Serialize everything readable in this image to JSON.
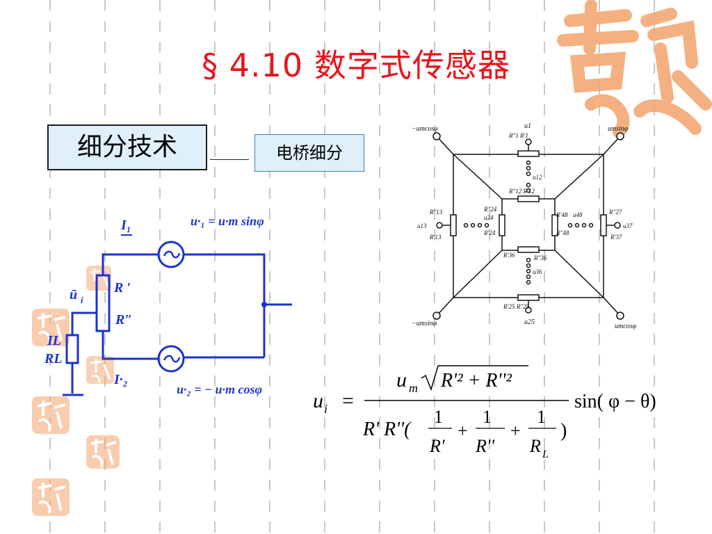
{
  "slide": {
    "title": "§ 4.10 数字式传感器",
    "tag_main": "细分技术",
    "tag_sub": "电桥细分"
  },
  "circuit": {
    "current_top": "I₁",
    "source_top_eq": "u·₁ = u·m sinφ",
    "resistor_top": "R ′",
    "resistor_bottom": "R″",
    "output_voltage": "ū",
    "output_sub": "i",
    "load_current": "IL",
    "load_resistor": "RL",
    "current_bottom": "I·₂",
    "source_bottom_eq": "u·₂ = − u·m cosφ",
    "ac_symbol": "~"
  },
  "bridge": {
    "corner_tl": "−umcosφ",
    "corner_tr": "umsinφ",
    "corner_bl": "−umsinφ",
    "corner_br": "umcosφ",
    "top_terminal": "u1",
    "bottom_terminal": "u25",
    "left_terminal": "u13",
    "right_terminal": "u37",
    "r_top_pair": "R″1  R′1",
    "u_mid_top": "u12",
    "r_inner_top": "R″12  R′12",
    "r_left_pair_top": "R″13",
    "r_left_pair_bottom": "R′13",
    "r_inner_left_top": "R″24",
    "r_inner_left_bottom": "R′24",
    "u_left_mid": "u24",
    "r_inner_right_top": "R′48",
    "r_inner_right_bottom": "R″48",
    "u_right_mid": "u48",
    "r_right_top": "R″27",
    "r_right_bottom": "R′37",
    "r_inner_bottom_left": "R′36",
    "r_inner_bottom_right": "R″36",
    "u_mid_bottom": "u36",
    "r_bottom_pair": "R′25  R″25"
  },
  "formula": {
    "lhs": "u",
    "lhs_sub": "i",
    "equals": "=",
    "num_u": "u",
    "num_u_sub": "m",
    "num_radicand": "R'² + R''²",
    "den_prefix": "R' R''(",
    "one": "1",
    "den_t1": "R'",
    "den_t2": "R''",
    "den_t3": "R",
    "den_t3_sub": "L",
    "plus": "+",
    "close": ")",
    "tail": "sin( φ − θ)"
  },
  "colors": {
    "title": "#e8141d",
    "circuit": "#1a33cc",
    "seal": "#f4a36c",
    "tag_bg": "#dff0fb"
  }
}
